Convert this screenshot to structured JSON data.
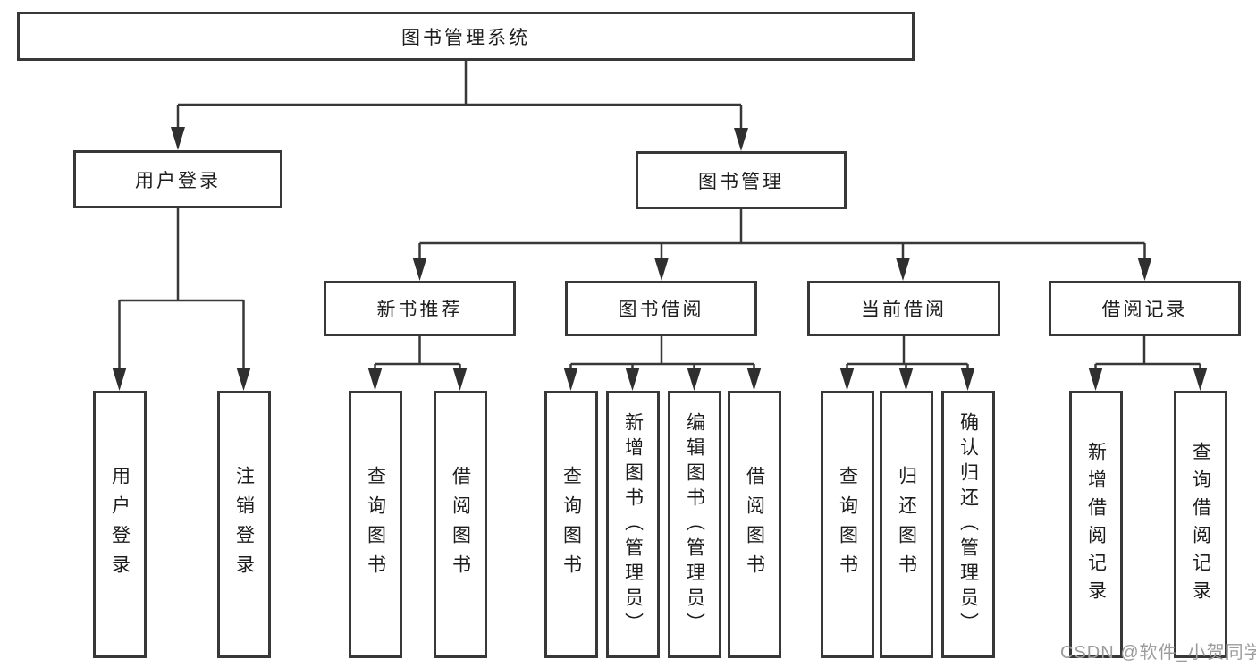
{
  "tree": {
    "label": "图书管理系统",
    "children": [
      {
        "label": "用户登录",
        "children": [
          {
            "label": "用户登录"
          },
          {
            "label": "注销登录"
          }
        ]
      },
      {
        "label": "图书管理",
        "children": [
          {
            "label": "新书推荐",
            "children": [
              {
                "label": "查询图书"
              },
              {
                "label": "借阅图书"
              }
            ]
          },
          {
            "label": "图书借阅",
            "children": [
              {
                "label": "查询图书"
              },
              {
                "label": "新增图书（管理员）"
              },
              {
                "label": "编辑图书（管理员）"
              },
              {
                "label": "借阅图书"
              }
            ]
          },
          {
            "label": "当前借阅",
            "children": [
              {
                "label": "查询图书"
              },
              {
                "label": "归还图书"
              },
              {
                "label": "确认归还（管理员）"
              }
            ]
          },
          {
            "label": "借阅记录",
            "children": [
              {
                "label": "新增借阅记录"
              },
              {
                "label": "查询借阅记录"
              }
            ]
          }
        ]
      }
    ]
  },
  "watermark": {
    "text": "CSDN @软件_小贺同学"
  },
  "colors": {
    "line": "#383838",
    "arrow": "#2f2f2f",
    "text": "#1d1d1d",
    "watermark": "#9c9c9c",
    "background": "#ffffff"
  }
}
